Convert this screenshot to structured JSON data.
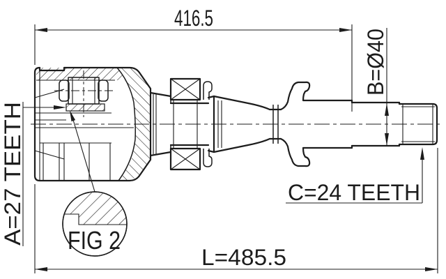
{
  "drawing": {
    "type": "cv-joint-drive-shaft-technical-drawing",
    "labels": {
      "top_length": "416.5",
      "shaft_diameter": "B=Ø40",
      "inner_spline_teeth": "A=27 TEETH",
      "outer_spline_teeth": "C=24 TEETH",
      "overall_length": "L=485.5",
      "detail_figure": "FIG 2"
    },
    "colors": {
      "line": "#1c1c1c",
      "background": "#ffffff"
    }
  }
}
